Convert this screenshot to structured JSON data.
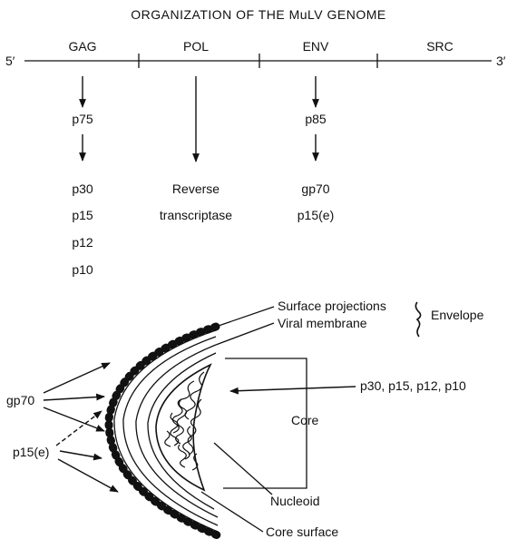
{
  "title": "ORGANIZATION OF THE MuLV GENOME",
  "genome": {
    "five_prime": "5′",
    "three_prime": "3′",
    "segments": [
      "GAG",
      "POL",
      "ENV",
      "SRC"
    ]
  },
  "gag": {
    "precursor": "p75",
    "products": [
      "p30",
      "p15",
      "p12",
      "p10"
    ]
  },
  "pol": {
    "products": [
      "Reverse",
      "transcriptase"
    ]
  },
  "env": {
    "precursor": "p85",
    "products": [
      "gp70",
      "p15(e)"
    ]
  },
  "virion": {
    "surface_projections": "Surface projections",
    "viral_membrane": "Viral membrane",
    "envelope": "Envelope",
    "core_proteins": "p30, p15, p12, p10",
    "core": "Core",
    "nucleoid": "Nucleoid",
    "core_surface": "Core surface",
    "gp70": "gp70",
    "p15e": "p15(e)"
  }
}
